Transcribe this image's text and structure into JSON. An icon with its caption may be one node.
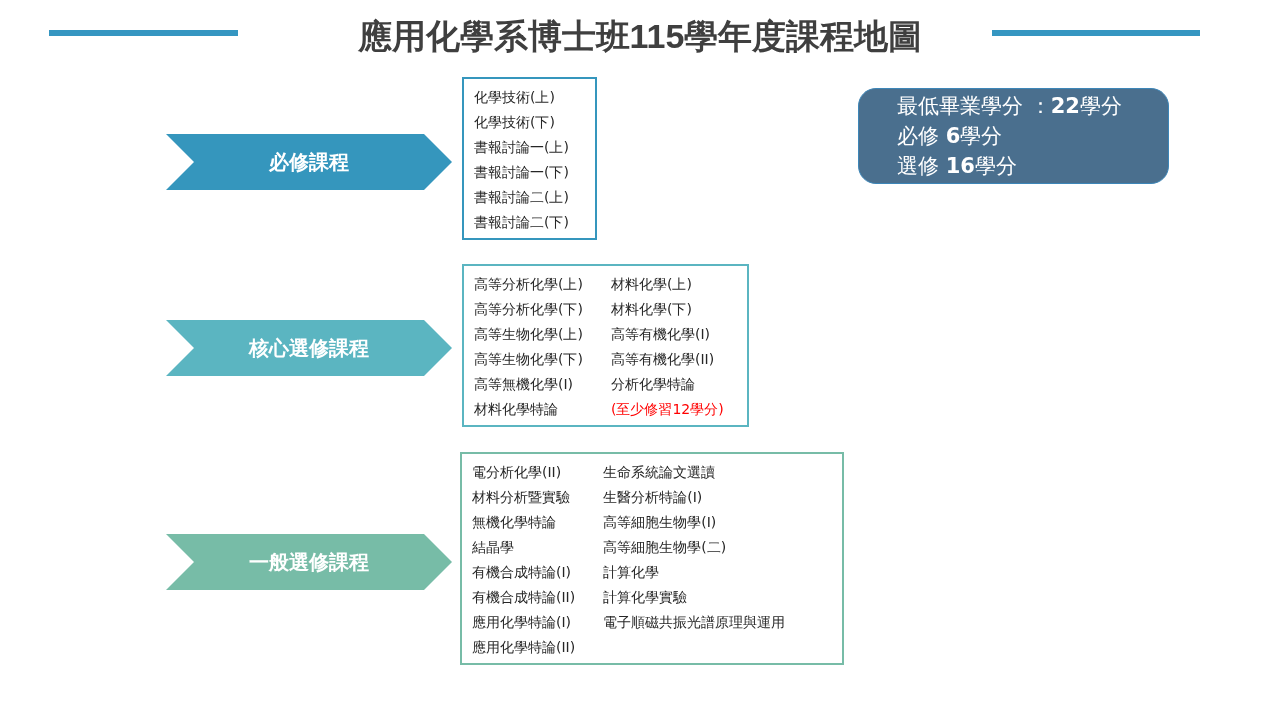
{
  "diagram": {
    "title": "應用化學系博士班115學年度課程地圖",
    "nodes": [
      {
        "text": [
          "必修課程"
        ]
      },
      {
        "text": [
          "化學技術(上)",
          "化學技術(下)",
          "書報討論一(上)",
          "書報討論一(下)",
          "書報討論二(上)",
          "書報討論二(下)"
        ]
      },
      {
        "text": [
          "核心選修課程"
        ]
      },
      {
        "text": [
          "高等分析化學(上)",
          "高等分析化學(下)",
          "高等生物化學(上)",
          "高等生物化學(下)",
          "高等無機化學(I)",
          "材料化學特論",
          "材料化學(上)",
          "材料化學(下)",
          "高等有機化學(I)",
          "高等有機化學(II)",
          "分析化學特論",
          "(至少修習12學分)"
        ]
      },
      {
        "text": [
          "一般選修課程"
        ]
      },
      {
        "text": [
          "電分析化學(II)",
          "材料分析暨實驗",
          "無機化學特論",
          "結晶學",
          "有機合成特論(I)",
          "有機合成特論(II)",
          "應用化學特論(I)",
          "應用化學特論(II)",
          "生命系統論文選讀",
          "生醫分析特論(I)",
          "高等細胞生物學(I)",
          "高等細胞生物學(二)",
          "計算化學",
          "計算化學實驗",
          "電子順磁共振光譜原理與運用"
        ]
      },
      {
        "text": [
          "最低畢業學分 ：**22**學分",
          "必修 **6**學分",
          "選修 **16**學分"
        ]
      }
    ]
  }
}
